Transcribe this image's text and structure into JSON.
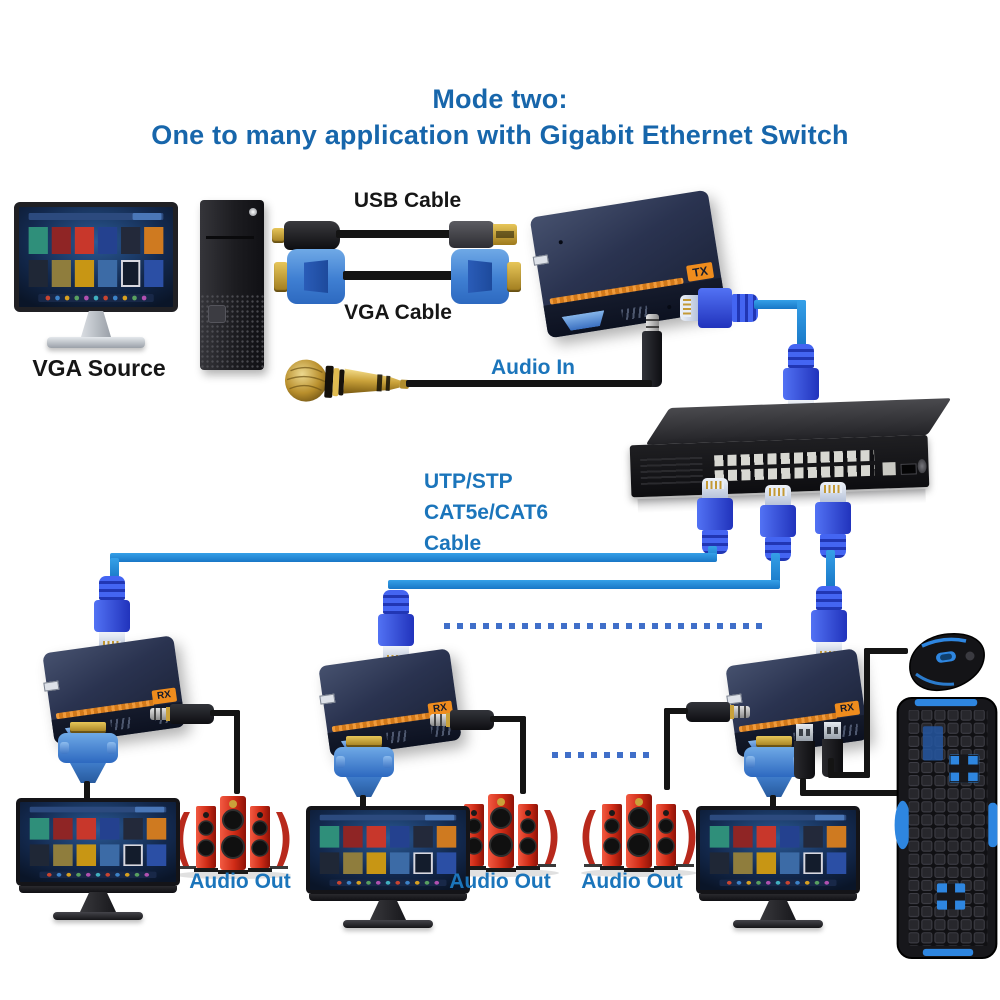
{
  "title": {
    "line1": "Mode two:",
    "line2": "One to many application with  Gigabit Ethernet Switch"
  },
  "source": {
    "label": "VGA Source"
  },
  "cables": {
    "usb": "USB Cable",
    "vga": "VGA Cable",
    "audio_in": "Audio In",
    "utp_line1": "UTP/STP",
    "utp_line2": "CAT5e/CAT6",
    "utp_line3": "Cable"
  },
  "outputs": {
    "audio_out": "Audio Out"
  },
  "devices": {
    "transmitter_badge": "TX",
    "receiver_badge": "RX"
  },
  "colors": {
    "title_blue": "#1766ab",
    "label_blue": "#1b75bb",
    "text_black": "#161616",
    "cat5_cable_blue": "#1e87d8",
    "rj45_blue": "#2b49d8",
    "extender_navy": "#2a3350",
    "accent_orange": "#ef8c1d",
    "speaker_red": "#c9291a"
  }
}
